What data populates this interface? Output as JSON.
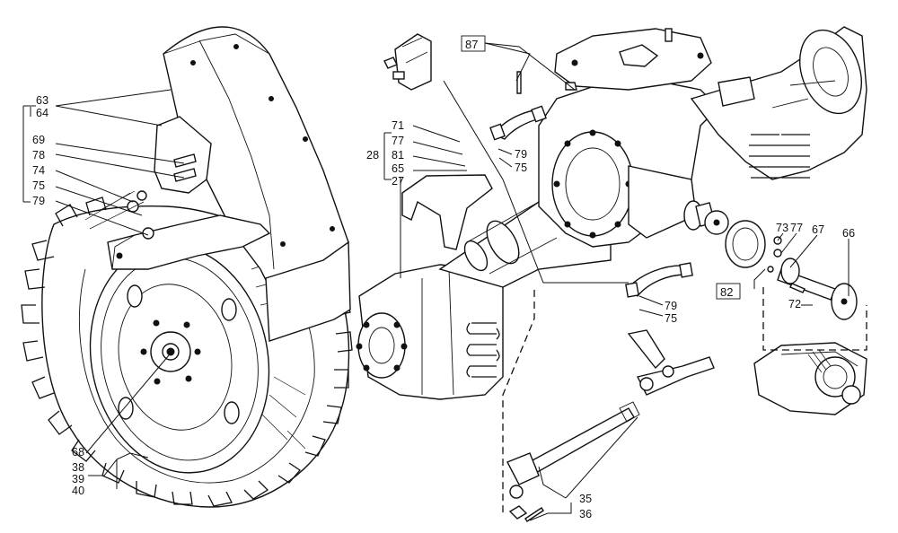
{
  "callouts": {
    "c63": "63",
    "c64": "64",
    "c69": "69",
    "c78": "78",
    "c74": "74",
    "c75a": "75",
    "c79a": "79",
    "c71": "71",
    "c77a": "77",
    "c28": "28",
    "c81": "81",
    "c65": "65",
    "c27": "27",
    "c87": "87",
    "c79b": "79",
    "c75b": "75",
    "c79c": "79",
    "c75c": "75",
    "c73": "73",
    "c77b": "77",
    "c67": "67",
    "c66": "66",
    "c82": "82",
    "c72": "72",
    "c68": "68",
    "c38": "38",
    "c39": "39",
    "c40": "40",
    "c35": "35",
    "c36": "36"
  }
}
